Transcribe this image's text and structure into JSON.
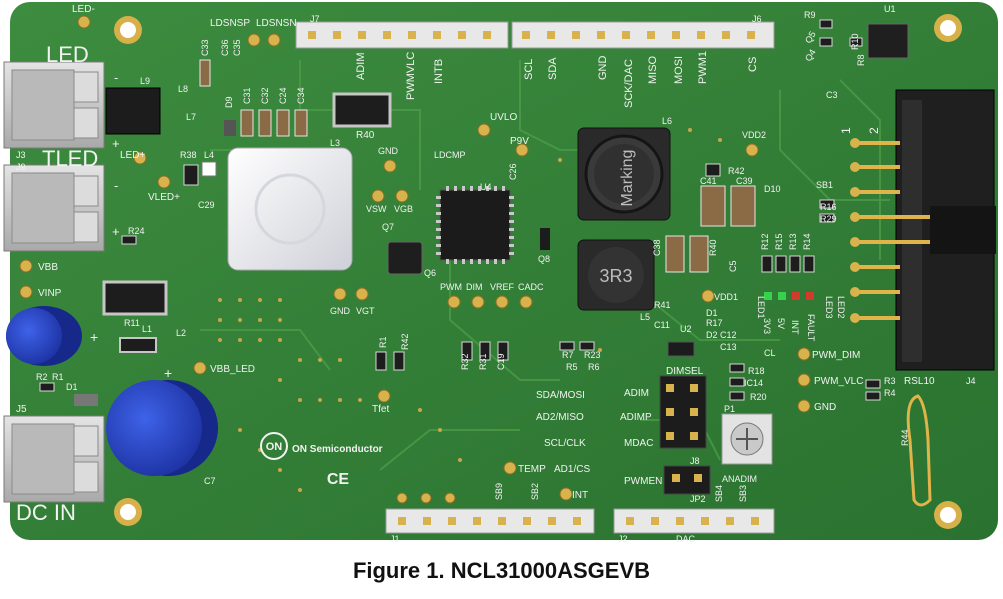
{
  "caption": "Figure 1. NCL31000ASGEVB",
  "board": {
    "corner_labels": {
      "led": "LED",
      "tled": "TLED",
      "dc_in": "DC IN"
    },
    "logo_text": "ON Semiconductor",
    "inductor_markings": [
      "Marking",
      "3R3"
    ],
    "header_pin_numbers": [
      "1",
      "2"
    ]
  },
  "silkscreen": [
    {
      "id": "led-minus",
      "text": "LED-"
    },
    {
      "id": "ldsnsp",
      "text": "LDSNSP"
    },
    {
      "id": "ldsnsn",
      "text": "LDSNSN"
    },
    {
      "id": "j7",
      "text": "J7"
    },
    {
      "id": "j6",
      "text": "J6"
    },
    {
      "id": "r9",
      "text": "R9"
    },
    {
      "id": "u1",
      "text": "U1"
    },
    {
      "id": "c33",
      "text": "C33"
    },
    {
      "id": "c36",
      "text": "C36"
    },
    {
      "id": "c35",
      "text": "C35"
    },
    {
      "id": "adim",
      "text": "ADIM"
    },
    {
      "id": "pwmvlc",
      "text": "PWMVLC"
    },
    {
      "id": "intb",
      "text": "INTB"
    },
    {
      "id": "scl",
      "text": "SCL"
    },
    {
      "id": "sda",
      "text": "SDA"
    },
    {
      "id": "gnd-top",
      "text": "GND"
    },
    {
      "id": "sckdac",
      "text": "SCK/DAC"
    },
    {
      "id": "miso",
      "text": "MISO"
    },
    {
      "id": "mosi",
      "text": "MOSI"
    },
    {
      "id": "pwm1",
      "text": "PWM1"
    },
    {
      "id": "cs",
      "text": "CS"
    },
    {
      "id": "q5",
      "text": "Q5"
    },
    {
      "id": "q4",
      "text": "Q4"
    },
    {
      "id": "r10",
      "text": "R10"
    },
    {
      "id": "r8",
      "text": "R8"
    },
    {
      "id": "c3",
      "text": "C3"
    },
    {
      "id": "l9",
      "text": "L9"
    },
    {
      "id": "l8",
      "text": "L8"
    },
    {
      "id": "l7",
      "text": "L7"
    },
    {
      "id": "d9",
      "text": "D9"
    },
    {
      "id": "c31",
      "text": "C31"
    },
    {
      "id": "c32",
      "text": "C32"
    },
    {
      "id": "c24",
      "text": "C24"
    },
    {
      "id": "c34",
      "text": "C34"
    },
    {
      "id": "uvlo",
      "text": "UVLO"
    },
    {
      "id": "r40",
      "text": "R40"
    },
    {
      "id": "p9v",
      "text": "P9V"
    },
    {
      "id": "l6",
      "text": "L6"
    },
    {
      "id": "vdd2",
      "text": "VDD2"
    },
    {
      "id": "led-plus",
      "text": "LED+"
    },
    {
      "id": "r38",
      "text": "R38"
    },
    {
      "id": "l4",
      "text": "L4"
    },
    {
      "id": "vled-plus",
      "text": "VLED+"
    },
    {
      "id": "l3",
      "text": "L3"
    },
    {
      "id": "gnd-mid",
      "text": "GND"
    },
    {
      "id": "ldcmp",
      "text": "LDCMP"
    },
    {
      "id": "c26",
      "text": "C26"
    },
    {
      "id": "r42",
      "text": "R42"
    },
    {
      "id": "c41",
      "text": "C41"
    },
    {
      "id": "c39",
      "text": "C39"
    },
    {
      "id": "d10",
      "text": "D10"
    },
    {
      "id": "sb1",
      "text": "SB1"
    },
    {
      "id": "r16",
      "text": "R16"
    },
    {
      "id": "r29",
      "text": "R29"
    },
    {
      "id": "c29",
      "text": "C29"
    },
    {
      "id": "vsw",
      "text": "VSW"
    },
    {
      "id": "vgb",
      "text": "VGB"
    },
    {
      "id": "u4",
      "text": "U4"
    },
    {
      "id": "q7",
      "text": "Q7"
    },
    {
      "id": "q8",
      "text": "Q8"
    },
    {
      "id": "c38",
      "text": "C38"
    },
    {
      "id": "r40b",
      "text": "R40"
    },
    {
      "id": "c5",
      "text": "C5"
    },
    {
      "id": "r12",
      "text": "R12"
    },
    {
      "id": "r15",
      "text": "R15"
    },
    {
      "id": "r13",
      "text": "R13"
    },
    {
      "id": "r14",
      "text": "R14"
    },
    {
      "id": "r24",
      "text": "R24"
    },
    {
      "id": "q6",
      "text": "Q6"
    },
    {
      "id": "vbb",
      "text": "VBB"
    },
    {
      "id": "vinp",
      "text": "VINP"
    },
    {
      "id": "gnd-low",
      "text": "GND"
    },
    {
      "id": "vgt",
      "text": "VGT"
    },
    {
      "id": "pwm",
      "text": "PWM"
    },
    {
      "id": "dim",
      "text": "DIM"
    },
    {
      "id": "vref",
      "text": "VREF"
    },
    {
      "id": "cadc",
      "text": "CADC"
    },
    {
      "id": "r41",
      "text": "R41"
    },
    {
      "id": "vdd1",
      "text": "VDD1"
    },
    {
      "id": "l5",
      "text": "L5"
    },
    {
      "id": "led1",
      "text": "LED1"
    },
    {
      "id": "led2",
      "text": "LED2"
    },
    {
      "id": "led3",
      "text": "LED3"
    },
    {
      "id": "v3v3",
      "text": "3V3"
    },
    {
      "id": "v5v",
      "text": "5V"
    },
    {
      "id": "int1",
      "text": "INT"
    },
    {
      "id": "fault",
      "text": "FAULT"
    },
    {
      "id": "r11",
      "text": "R11"
    },
    {
      "id": "l1",
      "text": "L1"
    },
    {
      "id": "l2",
      "text": "L2"
    },
    {
      "id": "c11",
      "text": "C11"
    },
    {
      "id": "u2",
      "text": "U2"
    },
    {
      "id": "d1b",
      "text": "D1"
    },
    {
      "id": "r17",
      "text": "R17"
    },
    {
      "id": "d2",
      "text": "D2"
    },
    {
      "id": "c12",
      "text": "C12"
    },
    {
      "id": "c13",
      "text": "C13"
    },
    {
      "id": "r1",
      "text": "R1"
    },
    {
      "id": "r42b",
      "text": "R42"
    },
    {
      "id": "r32",
      "text": "R32"
    },
    {
      "id": "r31",
      "text": "R31"
    },
    {
      "id": "c19",
      "text": "C19"
    },
    {
      "id": "r7",
      "text": "R7"
    },
    {
      "id": "r23",
      "text": "R23"
    },
    {
      "id": "r5",
      "text": "R5"
    },
    {
      "id": "r6",
      "text": "R6"
    },
    {
      "id": "cl",
      "text": "CL"
    },
    {
      "id": "pwm-dim",
      "text": "PWM_DIM"
    },
    {
      "id": "vbb-led",
      "text": "VBB_LED"
    },
    {
      "id": "r2",
      "text": "R2"
    },
    {
      "id": "r1b",
      "text": "R1"
    },
    {
      "id": "d1",
      "text": "D1"
    },
    {
      "id": "tfet",
      "text": "Tfet"
    },
    {
      "id": "dimsel",
      "text": "DIMSEL"
    },
    {
      "id": "r18",
      "text": "R18"
    },
    {
      "id": "ic14",
      "text": "IC14"
    },
    {
      "id": "pwm-vlc",
      "text": "PWM_VLC"
    },
    {
      "id": "r3",
      "text": "R3"
    },
    {
      "id": "r4",
      "text": "R4"
    },
    {
      "id": "rsl10",
      "text": "RSL10"
    },
    {
      "id": "j4",
      "text": "J4"
    },
    {
      "id": "sda-mosi",
      "text": "SDA/MOSI"
    },
    {
      "id": "adim2",
      "text": "ADIM"
    },
    {
      "id": "ad2-miso",
      "text": "AD2/MISO"
    },
    {
      "id": "adimp",
      "text": "ADIMP"
    },
    {
      "id": "r20",
      "text": "R20"
    },
    {
      "id": "gnd-right",
      "text": "GND"
    },
    {
      "id": "p1",
      "text": "P1"
    },
    {
      "id": "scl-clk",
      "text": "SCL/CLK"
    },
    {
      "id": "mdac",
      "text": "MDAC"
    },
    {
      "id": "r44",
      "text": "R44"
    },
    {
      "id": "j5",
      "text": "J5"
    },
    {
      "id": "c7",
      "text": "C7"
    },
    {
      "id": "temp",
      "text": "TEMP"
    },
    {
      "id": "ad1-cs",
      "text": "AD1/CS"
    },
    {
      "id": "j8",
      "text": "J8"
    },
    {
      "id": "pwmen",
      "text": "PWMEN"
    },
    {
      "id": "int",
      "text": "INT"
    },
    {
      "id": "jp2",
      "text": "JP2"
    },
    {
      "id": "anadim",
      "text": "ANADIM"
    },
    {
      "id": "sb9",
      "text": "SB9"
    },
    {
      "id": "sb2",
      "text": "SB2"
    },
    {
      "id": "sb4",
      "text": "SB4"
    },
    {
      "id": "sb3",
      "text": "SB3"
    },
    {
      "id": "j1",
      "text": "J1"
    },
    {
      "id": "j2",
      "text": "J2"
    },
    {
      "id": "dac",
      "text": "DAC"
    },
    {
      "id": "j3",
      "text": "J3"
    },
    {
      "id": "j9",
      "text": "J9"
    },
    {
      "id": "plus1",
      "text": "+"
    },
    {
      "id": "minus1",
      "text": "-"
    },
    {
      "id": "plus2",
      "text": "+"
    },
    {
      "id": "minus2",
      "text": "-"
    },
    {
      "id": "plus3",
      "text": "+"
    },
    {
      "id": "plus4",
      "text": "+"
    }
  ],
  "colors": {
    "pcb": "#2e7a33",
    "pcb_light": "#3c8c3e",
    "silkscreen": "#f2f2f2",
    "copper_pad": "#d9b24a",
    "header_plastic": "#ededed",
    "connector": "#c9c9c9",
    "cap_blue": "#1f3fb8",
    "ic_black": "#1b1b1b",
    "inductor_white": "#e9e9ee",
    "led_green": "#34d04a",
    "led_red": "#d23a2a"
  },
  "icons": {
    "logo": "on-semiconductor-logo-icon",
    "ce": "ce-mark-icon"
  }
}
